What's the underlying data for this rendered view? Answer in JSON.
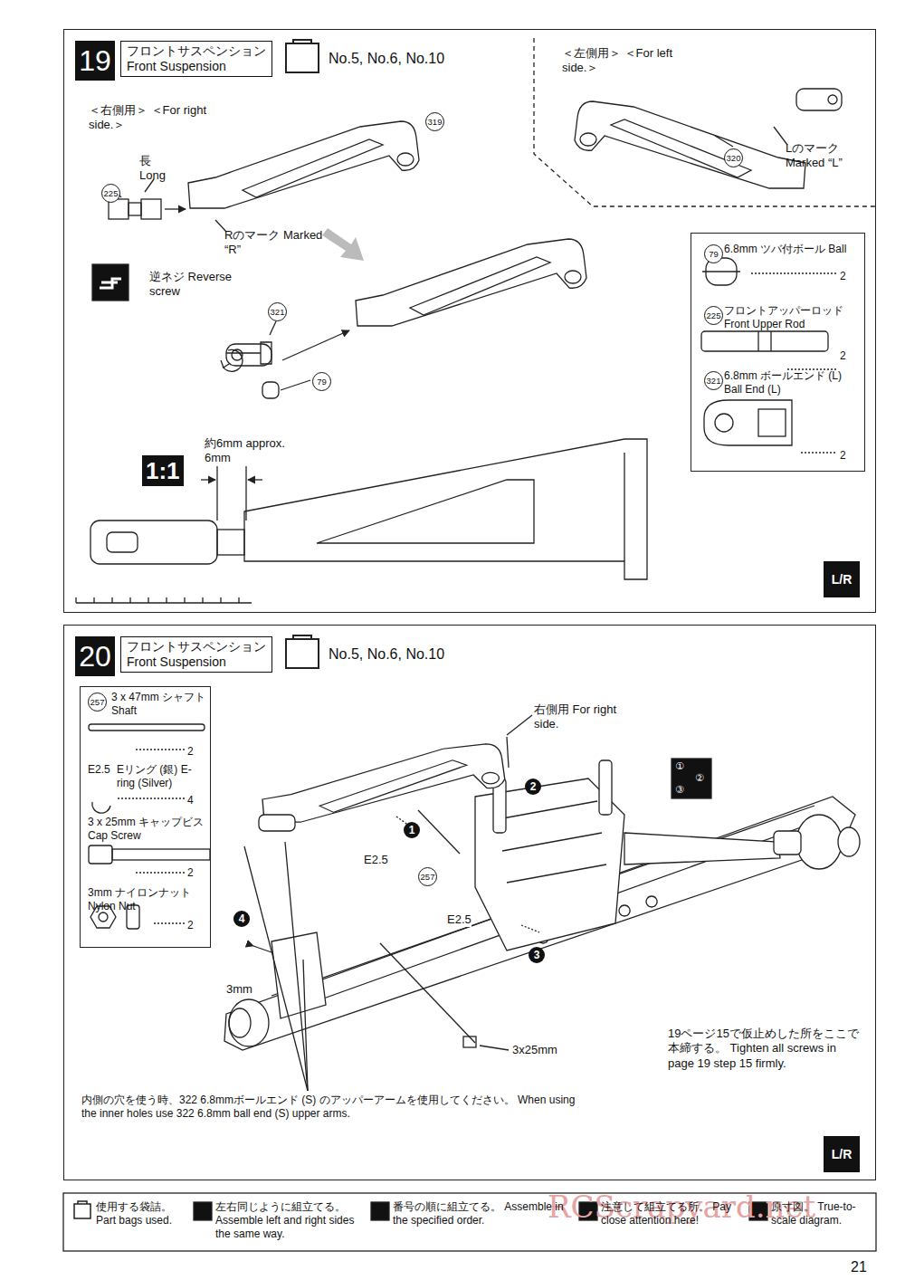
{
  "diagram": {
    "nodes": [
      {
        "text": [
          "19",
          "フロントサスペンション Front Suspension",
          "No.5, No.6, No.10"
        ]
      },
      {
        "text": [
          "＜左側用＞ ＜For left side.＞"
        ],
        "in": 0
      },
      {
        "text": [
          "79",
          "6.8mm ツバ付ボール Ball",
          "2",
          "225",
          "フロントアッパーロッド Front Upper Rod",
          "2",
          "321",
          "6.8mm ボールエンド (L) Ball End (L)",
          "2"
        ],
        "in": 0
      },
      {
        "text": [
          "20",
          "フロントサスペンション Front Suspension",
          "No.5, No.6, No.10"
        ]
      },
      {
        "text": [
          "257",
          "3 x 47mm シャフト Shaft",
          "2",
          "E2.5",
          "Eリング (銀) E-ring (Silver)",
          "4",
          "3 x 25mm キャップビス Cap Screw",
          "2",
          "3mm ナイロンナット Nylon Nut",
          "2"
        ],
        "in": 3
      }
    ],
    "labels": [
      "＜右側用＞ ＜For right side.＞",
      "長 Long",
      "225",
      "319",
      "Rのマーク Marked “R”",
      "逆ネジ Reverse screw",
      "321",
      "79",
      "約6mm approx. 6mm",
      "1:1",
      "320",
      "Lのマーク Marked “L”",
      "L/R",
      "右側用 For right side.",
      "2",
      "1",
      "E2.5",
      "257",
      "E2.5",
      "3",
      "4",
      "3mm",
      "3x25mm",
      "内側の穴を使う時、322 6.8mmボールエンド (S) のアッパーアームを使用してください。 When using the inner holes use 322 6.8mm ball end (S) upper arms.",
      "19ページ15で仮止めした所をここで本締する。 Tighten all screws in page 19 step 15 firmly.",
      "①",
      "②",
      "③",
      "L/R",
      "RCScrapyard.net",
      "21"
    ],
    "legend": [
      {
        "text": "使用する袋詰。 Part bags used."
      },
      {
        "text": "左右同じように組立てる。 Assemble left and right sides the same way."
      },
      {
        "text": "番号の順に組立てる。 Assemble in the specified order."
      },
      {
        "text": "注意して組立てる所。 Pay close attention here!"
      },
      {
        "text": "原寸図。 True-to-scale diagram."
      }
    ]
  }
}
